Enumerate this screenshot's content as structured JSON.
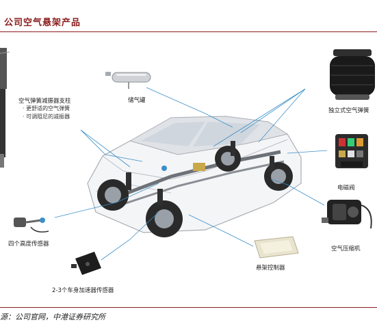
{
  "header": {
    "title": "公司空气悬架产品"
  },
  "components": {
    "air_strut": {
      "label": "空气弹簧减振器支柱",
      "features": [
        "· 更舒适的空气弹簧",
        "· 可调阻尼的减振器"
      ]
    },
    "reservoir": {
      "label": "储气罐"
    },
    "standalone_spring": {
      "label": "独立式空气弹簧"
    },
    "solenoid_valve": {
      "label": "电磁阀"
    },
    "compressor": {
      "label": "空气压缩机"
    },
    "controller": {
      "label": "悬架控制器"
    },
    "height_sensor": {
      "label": "四个高度传感器"
    },
    "accel_sensor": {
      "label": "2-3个车身加速器传感器"
    }
  },
  "footer": {
    "source": "源：公司官网，中港证券研究所"
  },
  "colors": {
    "accent": "#8a1c1c",
    "leader": "#3a8fc8"
  }
}
